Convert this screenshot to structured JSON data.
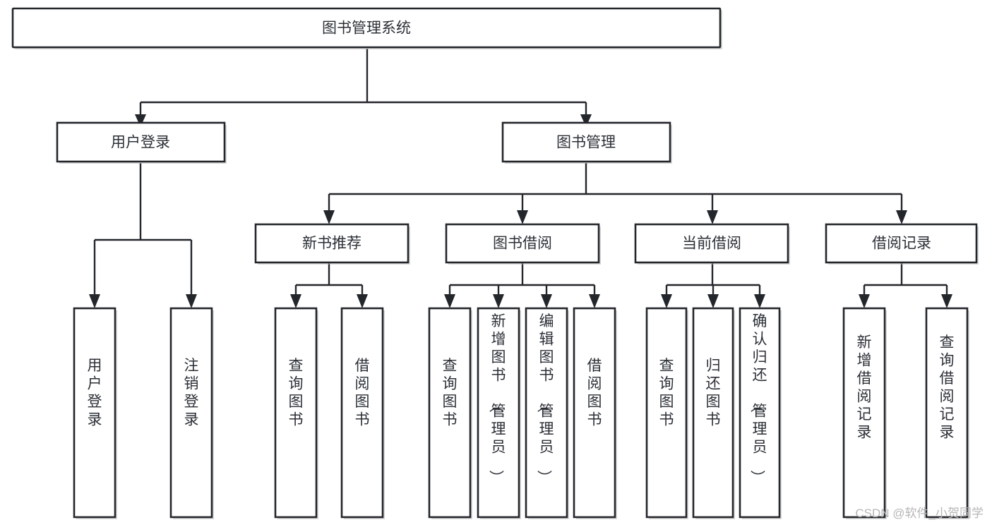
{
  "diagram": {
    "type": "tree-hierarchy",
    "root": {
      "id": "root",
      "label": "图书管理系统"
    },
    "level1": [
      {
        "id": "user-login",
        "label": "用户登录"
      },
      {
        "id": "book-manage",
        "label": "图书管理"
      }
    ],
    "level2": [
      {
        "id": "new-book-rec",
        "label": "新书推荐",
        "parent": "book-manage"
      },
      {
        "id": "book-borrow",
        "label": "图书借阅",
        "parent": "book-manage"
      },
      {
        "id": "current-borrow",
        "label": "当前借阅",
        "parent": "book-manage"
      },
      {
        "id": "borrow-record",
        "label": "借阅记录",
        "parent": "book-manage"
      }
    ],
    "leaves": [
      {
        "id": "leaf-user-login",
        "label": "用户登录",
        "parent": "user-login"
      },
      {
        "id": "leaf-logout-login",
        "label": "注销登录",
        "parent": "user-login"
      },
      {
        "id": "leaf-query-book-1",
        "label": "查询图书",
        "parent": "new-book-rec"
      },
      {
        "id": "leaf-borrow-book-1",
        "label": "借阅图书",
        "parent": "new-book-rec"
      },
      {
        "id": "leaf-query-book-2",
        "label": "查询图书",
        "parent": "book-borrow"
      },
      {
        "id": "leaf-add-book",
        "label": "新增图书（管理员）",
        "parent": "book-borrow"
      },
      {
        "id": "leaf-edit-book",
        "label": "编辑图书（管理员）",
        "parent": "book-borrow"
      },
      {
        "id": "leaf-borrow-book-2",
        "label": "借阅图书",
        "parent": "book-borrow"
      },
      {
        "id": "leaf-query-book-3",
        "label": "查询图书",
        "parent": "current-borrow"
      },
      {
        "id": "leaf-return-book",
        "label": "归还图书",
        "parent": "current-borrow"
      },
      {
        "id": "leaf-confirm-return",
        "label": "确认归还（管理员）",
        "parent": "current-borrow"
      },
      {
        "id": "leaf-add-record",
        "label": "新增借阅记录",
        "parent": "borrow-record"
      },
      {
        "id": "leaf-query-record",
        "label": "查询借阅记录",
        "parent": "borrow-record"
      }
    ]
  },
  "watermark": {
    "text": "CSDN @软件_小贺同学"
  },
  "colors": {
    "stroke": "#23262b",
    "fill": "#ffffff",
    "text": "#2b2f36",
    "watermark": "#b6b6b6",
    "shadow": "#b9b9b9"
  }
}
